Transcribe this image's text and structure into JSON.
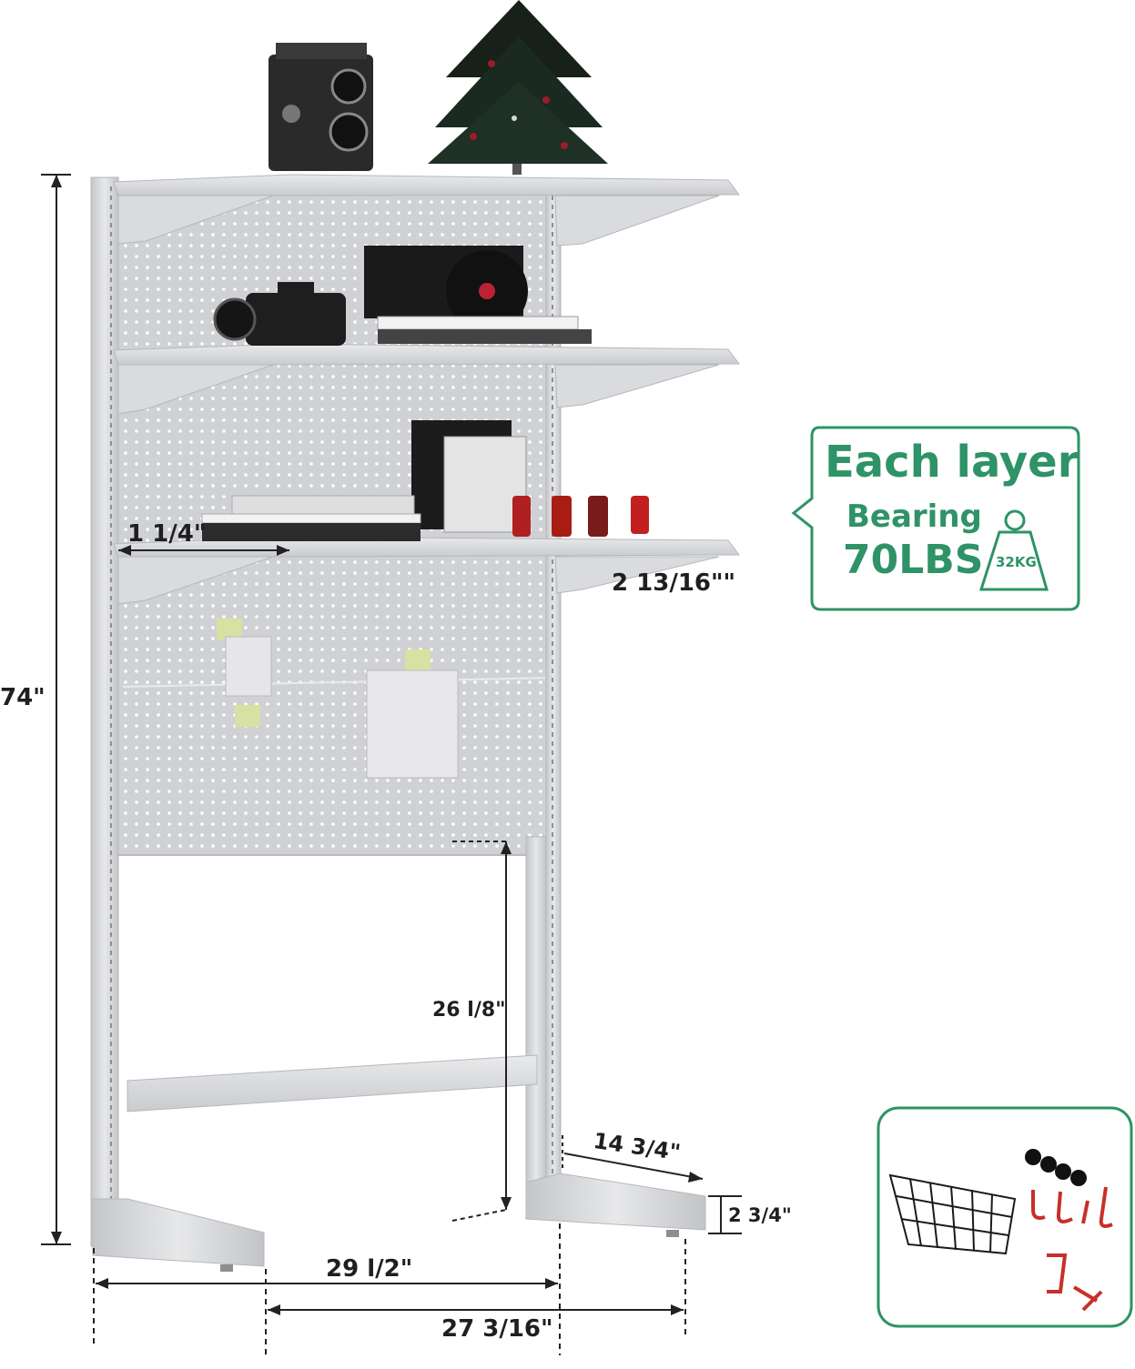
{
  "dimensions": {
    "total_height": "74\"",
    "shelf_inset": "1  1/4\"",
    "shelf_overhang": "2  13/16\"\"",
    "clearance_height": "26 l/8\"",
    "foot_depth": "14  3/4\"",
    "foot_height": "2 3/4\"",
    "inner_width": "29 l/2\"",
    "outer_width": "27 3/16\""
  },
  "callout": {
    "title": "Each layer",
    "line2": "Bearing",
    "line3": "70LBS",
    "weight_label": "32KG"
  },
  "colors": {
    "accent": "#2e9366",
    "frame": "#d6d8db",
    "pegboard": "#cfd1d4",
    "accessory_red": "#c7302a"
  },
  "icons": [
    "weight-icon",
    "wire-basket-icon",
    "hook-icon"
  ]
}
